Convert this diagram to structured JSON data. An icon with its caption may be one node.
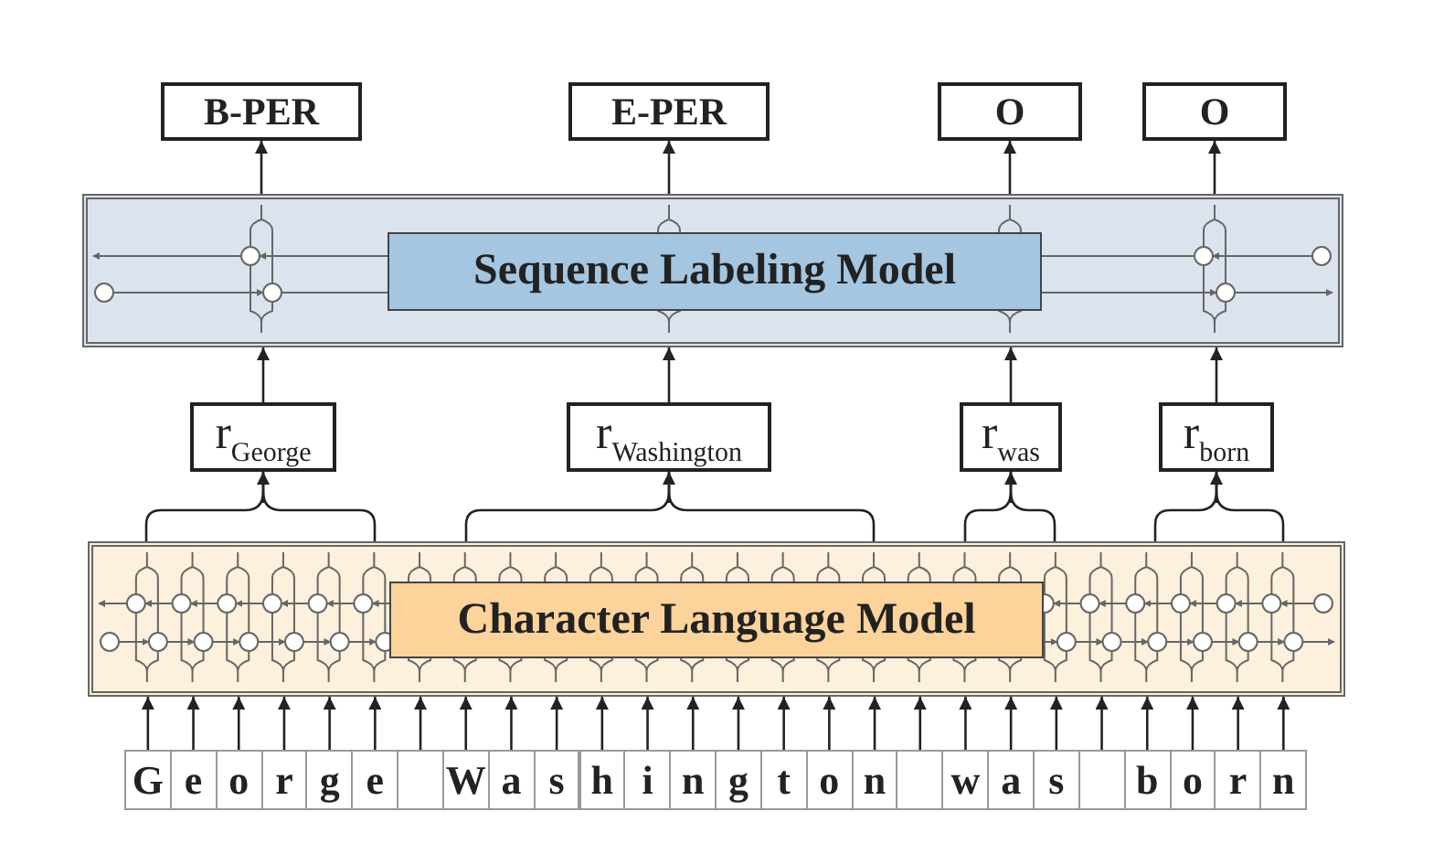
{
  "diagram": {
    "nodes": [
      {
        "text": [
          "B-PER"
        ]
      },
      {
        "text": [
          "E-PER"
        ]
      },
      {
        "text": [
          "O"
        ]
      },
      {
        "text": [
          "O"
        ]
      },
      {
        "text": [],
        "shape": "box"
      },
      {
        "text": [
          "Sequence Labeling Model"
        ],
        "in": 4
      },
      {
        "text": [
          "r$_{George}$"
        ]
      },
      {
        "text": [
          "r$_{Washington}$"
        ]
      },
      {
        "text": [
          "r$_{was}$"
        ]
      },
      {
        "text": [
          "r$_{born}$"
        ]
      },
      {
        "text": [],
        "shape": "box"
      },
      {
        "text": [
          "Character Language Model"
        ],
        "in": 10
      },
      {
        "text": [
          "G"
        ]
      },
      {
        "text": [
          "e"
        ]
      },
      {
        "text": [
          "o"
        ]
      },
      {
        "text": [
          "r"
        ]
      },
      {
        "text": [
          "g"
        ]
      },
      {
        "text": [
          "e"
        ]
      },
      {
        "text": [],
        "shape": "box"
      },
      {
        "text": [
          "W"
        ]
      },
      {
        "text": [
          "a"
        ]
      },
      {
        "text": [
          "s"
        ]
      },
      {
        "text": [
          "h"
        ]
      },
      {
        "text": [
          "i"
        ]
      },
      {
        "text": [
          "n"
        ]
      },
      {
        "text": [
          "g"
        ]
      },
      {
        "text": [
          "t"
        ]
      },
      {
        "text": [
          "o"
        ]
      },
      {
        "text": [
          "n"
        ]
      },
      {
        "text": [],
        "shape": "box"
      },
      {
        "text": [
          "w"
        ]
      },
      {
        "text": [
          "a"
        ]
      },
      {
        "text": [
          "s"
        ]
      },
      {
        "text": [],
        "shape": "box"
      },
      {
        "text": [
          "b"
        ]
      },
      {
        "text": [
          "o"
        ]
      },
      {
        "text": [
          "r"
        ]
      },
      {
        "text": [
          "n"
        ]
      }
    ],
    "edges": [
      {
        "from": 12,
        "to": 10,
        "arrow": "to"
      },
      {
        "from": 13,
        "to": 10,
        "arrow": "to"
      },
      {
        "from": 14,
        "to": 10,
        "arrow": "to"
      },
      {
        "from": 15,
        "to": 10,
        "arrow": "to"
      },
      {
        "from": 16,
        "to": 10,
        "arrow": "to"
      },
      {
        "from": 17,
        "to": 10,
        "arrow": "to"
      },
      {
        "from": 18,
        "to": 10,
        "arrow": "to"
      },
      {
        "from": 19,
        "to": 10,
        "arrow": "to"
      },
      {
        "from": 20,
        "to": 10,
        "arrow": "to"
      },
      {
        "from": 21,
        "to": 10,
        "arrow": "to"
      },
      {
        "from": 22,
        "to": 10,
        "arrow": "to"
      },
      {
        "from": 23,
        "to": 10,
        "arrow": "to"
      },
      {
        "from": 24,
        "to": 10,
        "arrow": "to"
      },
      {
        "from": 25,
        "to": 10,
        "arrow": "to"
      },
      {
        "from": 26,
        "to": 10,
        "arrow": "to"
      },
      {
        "from": 27,
        "to": 10,
        "arrow": "to"
      },
      {
        "from": 28,
        "to": 10,
        "arrow": "to"
      },
      {
        "from": 29,
        "to": 10,
        "arrow": "to"
      },
      {
        "from": 30,
        "to": 10,
        "arrow": "to"
      },
      {
        "from": 31,
        "to": 10,
        "arrow": "to"
      },
      {
        "from": 32,
        "to": 10,
        "arrow": "to"
      },
      {
        "from": 33,
        "to": 10,
        "arrow": "to"
      },
      {
        "from": 34,
        "to": 10,
        "arrow": "to"
      },
      {
        "from": 35,
        "to": 10,
        "arrow": "to"
      },
      {
        "from": 36,
        "to": 10,
        "arrow": "to"
      },
      {
        "from": 37,
        "to": 10,
        "arrow": "to"
      },
      {
        "from": 10,
        "to": 6,
        "arrow": "to"
      },
      {
        "from": 10,
        "to": 7,
        "arrow": "to"
      },
      {
        "from": 10,
        "to": 8,
        "arrow": "to"
      },
      {
        "from": 10,
        "to": 9,
        "arrow": "to"
      },
      {
        "from": 6,
        "to": 4,
        "arrow": "to"
      },
      {
        "from": 7,
        "to": 4,
        "arrow": "to"
      },
      {
        "from": 8,
        "to": 4,
        "arrow": "to"
      },
      {
        "from": 9,
        "to": 4,
        "arrow": "to"
      },
      {
        "from": 4,
        "to": 0,
        "arrow": "to"
      },
      {
        "from": 4,
        "to": 1,
        "arrow": "to"
      },
      {
        "from": 4,
        "to": 2,
        "arrow": "to"
      },
      {
        "from": 4,
        "to": 3,
        "arrow": "to"
      }
    ]
  }
}
